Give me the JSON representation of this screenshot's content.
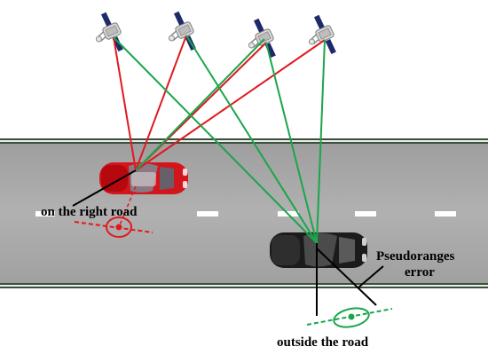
{
  "labels": {
    "on_right_road": "on the right  road",
    "outside_road": "outside the road",
    "pseudoranges_line1": "Pseudoranges",
    "pseudoranges_line2": "error"
  },
  "colors": {
    "road": "#a9a9a9",
    "road_edge": "#3c4f3a",
    "lane_mark": "#ffffff",
    "red_signal": "#e0191f",
    "green_signal": "#1aa64a",
    "red_car": "#d3161c",
    "black_car": "#1b1b1b",
    "ellipse_red": "#e0191f",
    "ellipse_green": "#1aa64a"
  },
  "icons": [
    "satellite-icon",
    "red-car-icon",
    "black-car-icon"
  ]
}
